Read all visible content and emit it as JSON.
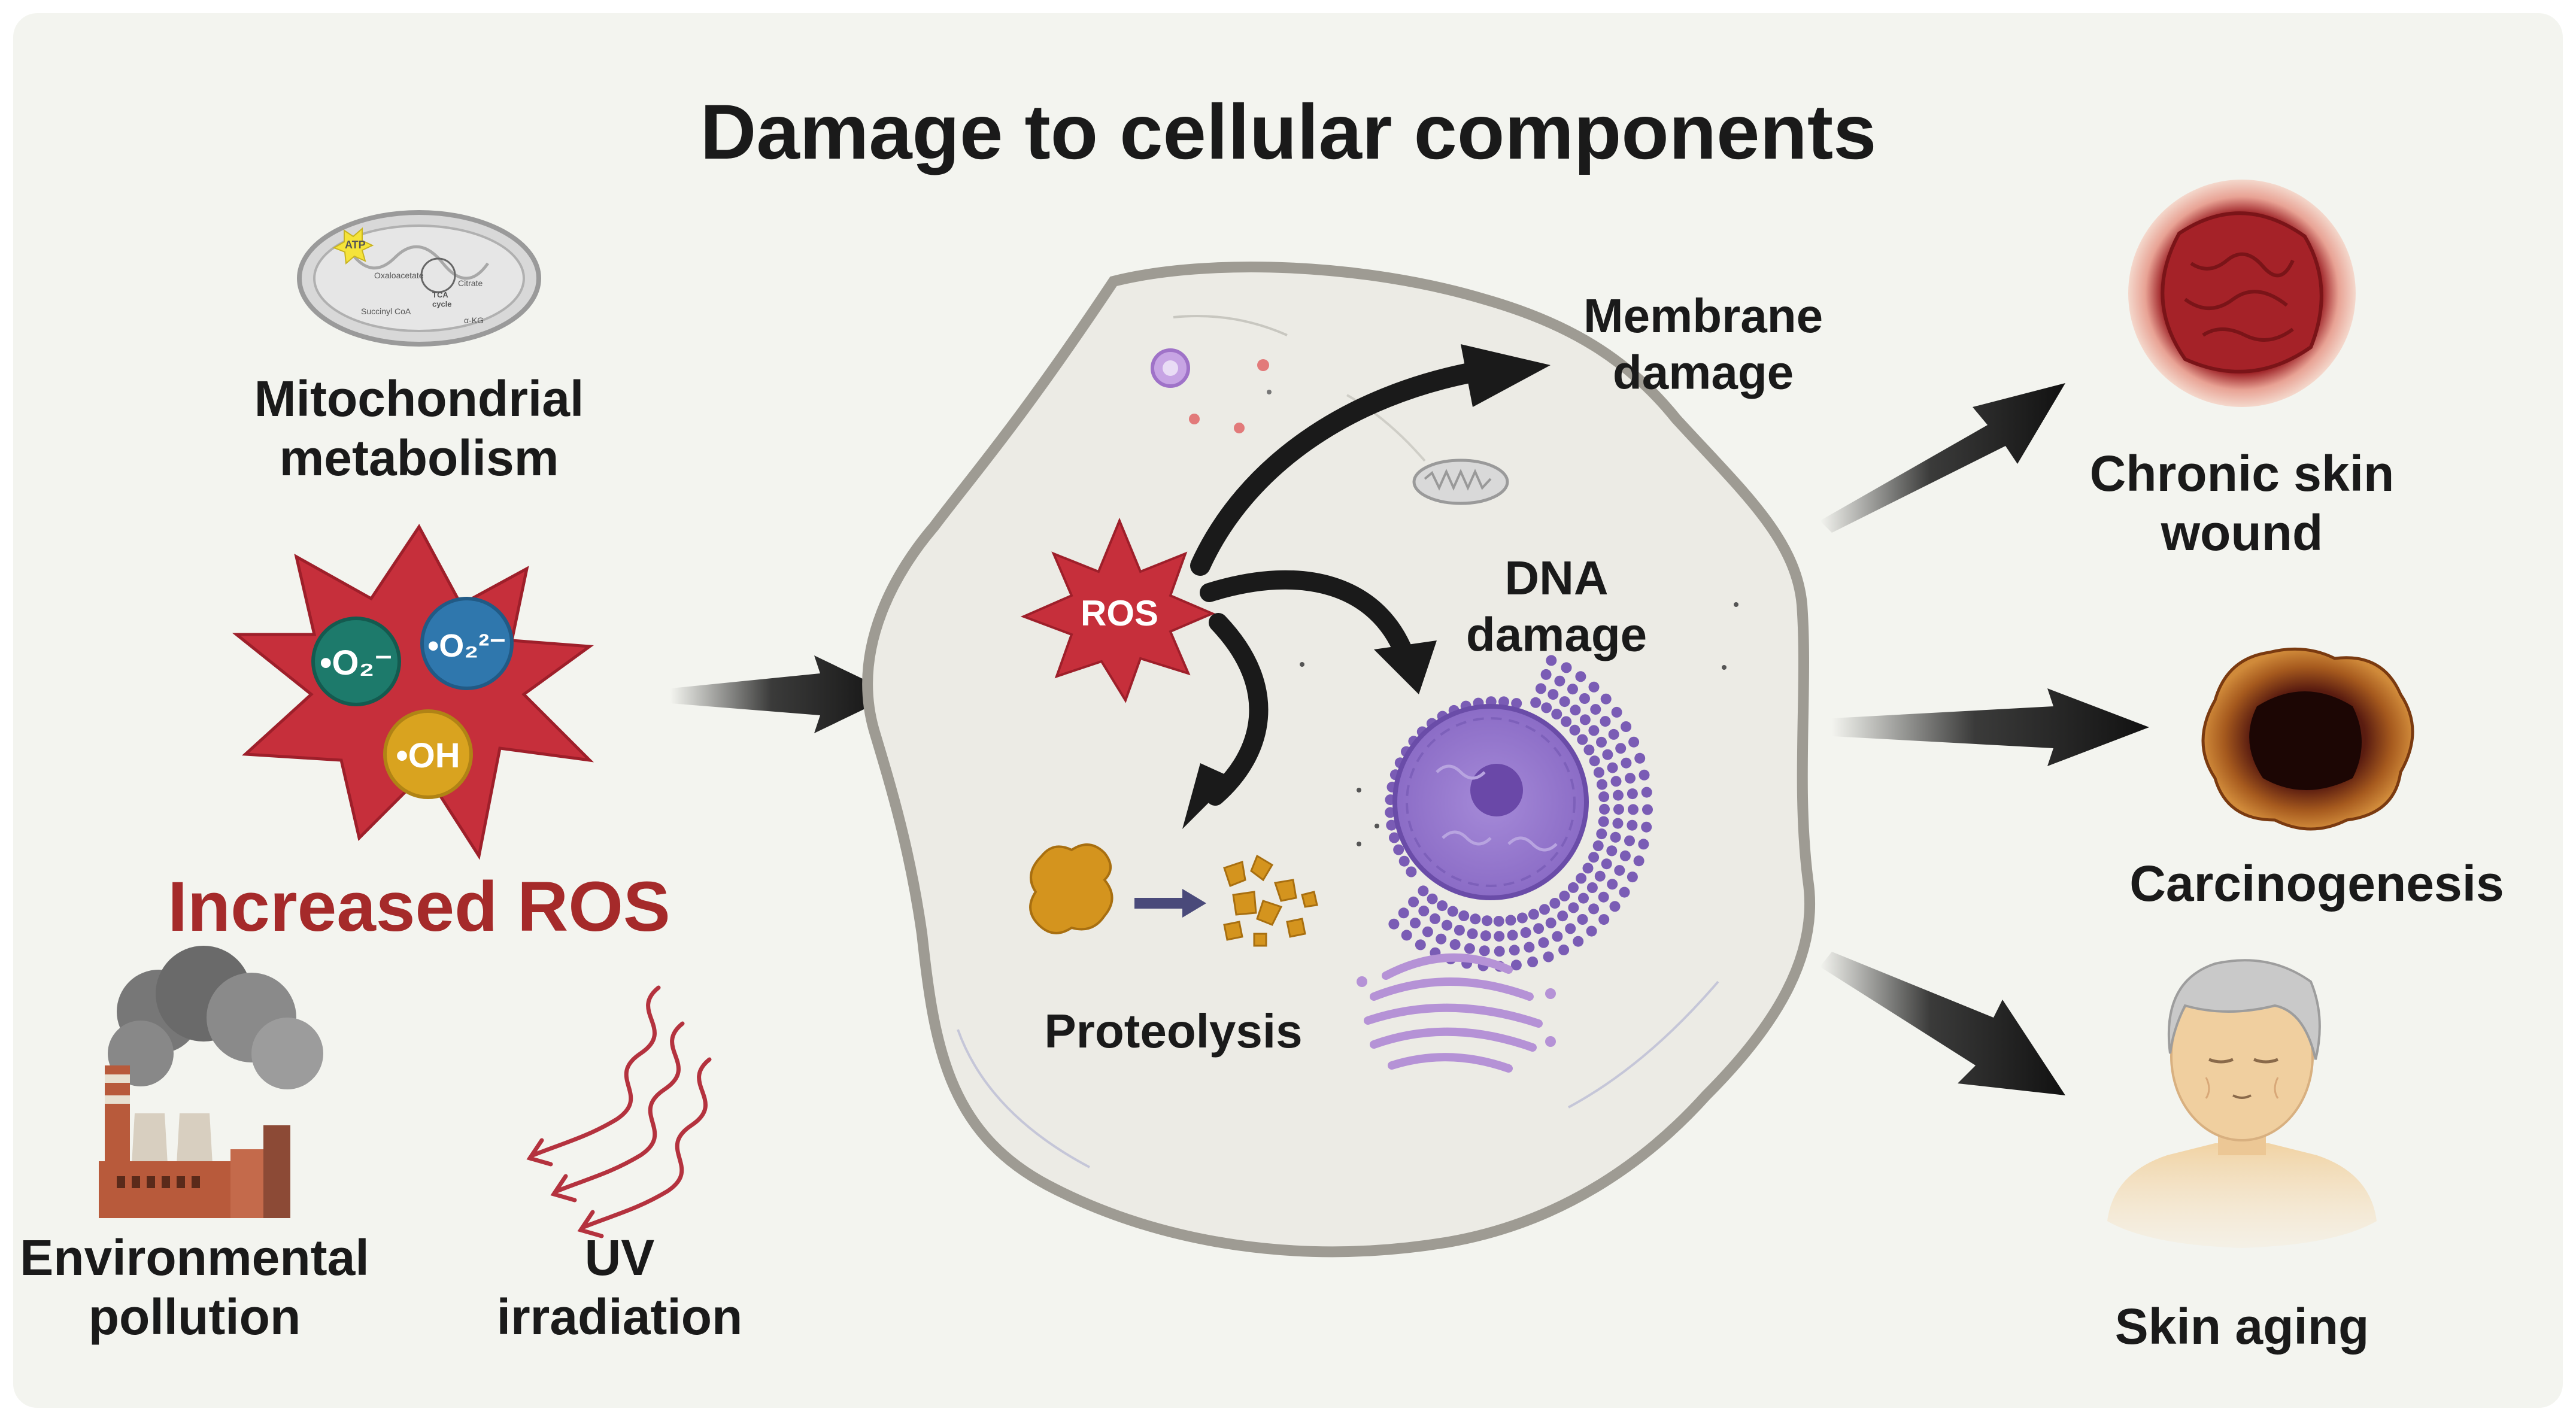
{
  "title": "Damage to cellular components",
  "sources": {
    "mitochondrial_metabolism": "Mitochondrial\nmetabolism",
    "environmental_pollution": "Environmental\npollution",
    "uv_irradiation": "UV\nirradiation"
  },
  "mitochondrion_labels": {
    "atp": "ATP",
    "oxaloacetate": "Oxaloacetate",
    "citrate": "Citrate",
    "tca": "TCA\ncycle",
    "succinyl": "Succinyl CoA",
    "akg": "α-KG"
  },
  "ros_species": {
    "superoxide": "•O₂⁻",
    "peroxide": "•O₂²⁻",
    "hydroxyl": "•OH"
  },
  "increased_ros": "Increased ROS",
  "cell": {
    "ros_badge": "ROS",
    "membrane_damage": "Membrane\ndamage",
    "dna_damage": "DNA\ndamage",
    "proteolysis": "Proteolysis"
  },
  "outcomes": {
    "chronic_wound": "Chronic skin\nwound",
    "carcinogenesis": "Carcinogenesis",
    "skin_aging": "Skin aging"
  },
  "colors": {
    "background": "#f3f4ef",
    "ros_red": "#c62f3b",
    "increased_ros_text": "#a52a2a",
    "superoxide": "#1d7a6b",
    "peroxide": "#2f77ad",
    "hydroxyl": "#d9a31f",
    "cell_fill": "#ecebe5",
    "cell_border": "#9e9b93",
    "nucleus": "#7a5cb5",
    "golgi": "#b592d6"
  }
}
